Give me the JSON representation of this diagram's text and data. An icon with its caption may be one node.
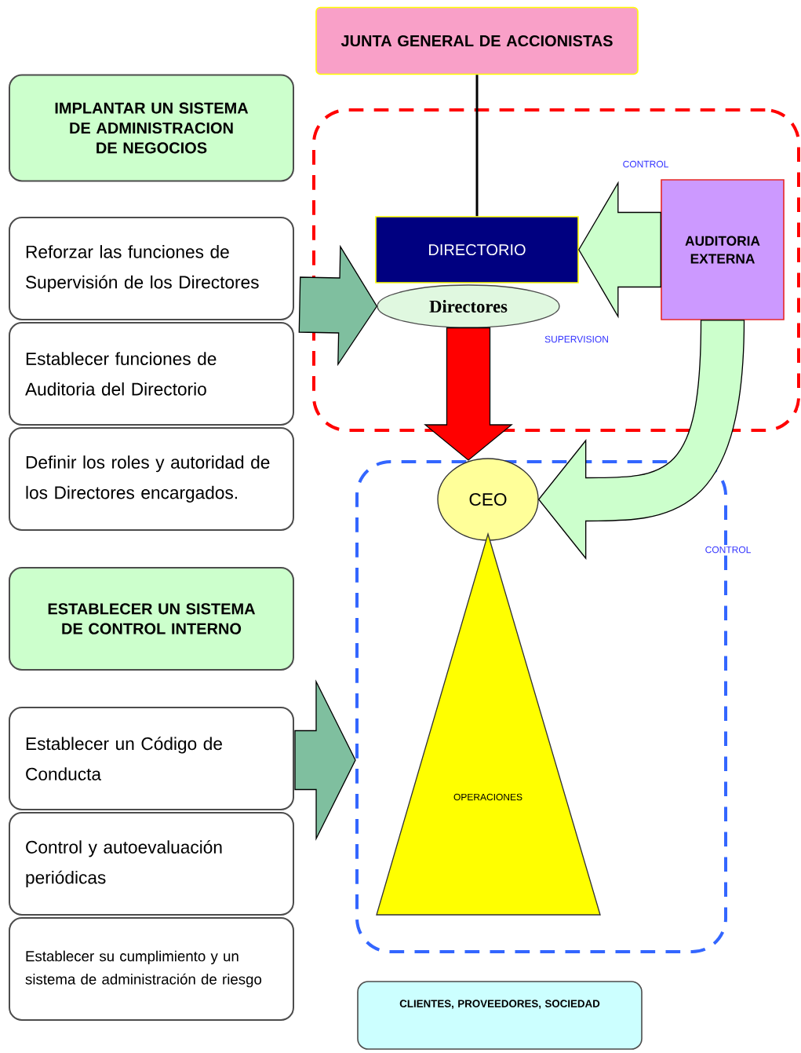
{
  "diagram": {
    "nodes": [
      {
        "text": [
          "IMPLANTAR UN SISTEMA DE ADMINISTRACION DE NEGOCIOS"
        ]
      },
      {
        "text": [
          "Reforzar las funciones de Supervisión de los Directores"
        ]
      },
      {
        "text": [
          "Establecer funciones de Auditoria del Directorio"
        ]
      },
      {
        "text": [
          "Definir los roles y autoridad de los Directores encargados."
        ]
      },
      {
        "text": [
          "ESTABLECER UN SISTEMA DE CONTROL INTERNO"
        ]
      },
      {
        "text": [
          "Establecer un Código de Conducta"
        ]
      },
      {
        "text": [
          "Control y autoevaluación periódicas"
        ]
      },
      {
        "text": [
          "Establecer su cumplimiento y un sistema de administración de riesgo"
        ]
      },
      {
        "text": [
          "JUNTA GENERAL DE ACCIONISTAS"
        ]
      },
      {
        "text": [],
        "shape": "box"
      },
      {
        "text": [
          "DIRECTORIO"
        ],
        "in": 9
      },
      {
        "text": [
          "Directores"
        ],
        "in": 9
      },
      {
        "text": [
          "AUDITORIA EXTERNA"
        ],
        "in": 9
      },
      {
        "text": [],
        "shape": "box"
      },
      {
        "text": [
          "CEO"
        ],
        "in": 13
      },
      {
        "text": [
          "OPERACIONES"
        ],
        "in": 13
      },
      {
        "text": [
          "CLIENTES, PROVEEDORES, SOCIEDAD"
        ]
      }
    ],
    "edges": [
      {
        "from": 8,
        "to": 10,
        "arrow": "none",
        "color": "#000000"
      },
      {
        "from": null,
        "to": 11,
        "arrow": "to",
        "color": "#7fbf9f"
      },
      {
        "from": null,
        "to": 13,
        "arrow": "to",
        "color": "#7fbf9f"
      },
      {
        "from": 11,
        "to": 13,
        "arrow": "to",
        "color": "#ff0000"
      },
      {
        "from": 12,
        "to": 10,
        "arrow": "to",
        "color": "#ccffcc"
      },
      {
        "from": 12,
        "to": 14,
        "arrow": "to",
        "color": "#ccffcc"
      }
    ],
    "labels": [
      "CONTROL",
      "SUPERVISION",
      "CONTROL"
    ]
  }
}
